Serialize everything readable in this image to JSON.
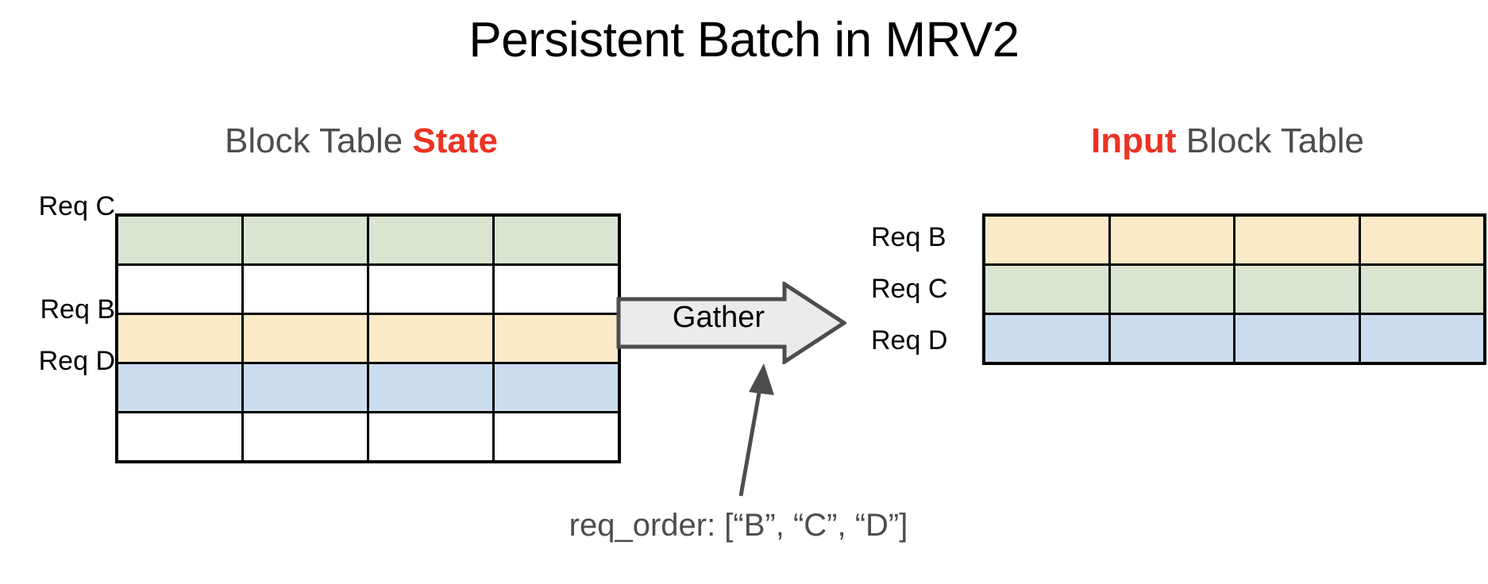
{
  "slide": {
    "title": "Persistent Batch in MRV2",
    "background": "#ffffff",
    "accent_color": "#eb3323",
    "heading_color": "#4d4d4d"
  },
  "left_panel": {
    "heading_prefix": "Block Table ",
    "heading_accent": "State",
    "row_labels": [
      "Req C",
      "",
      "Req B",
      "Req D",
      ""
    ],
    "columns": 4,
    "rows": 5,
    "row_fills": [
      "green",
      "white",
      "yellow",
      "blue",
      "white"
    ]
  },
  "right_panel": {
    "heading_accent": "Input",
    "heading_suffix": " Block Table",
    "row_labels": [
      "Req B",
      "Req C",
      "Req D"
    ],
    "columns": 4,
    "rows": 3,
    "row_fills": [
      "yellow",
      "green",
      "blue"
    ]
  },
  "gather": {
    "label": "Gather",
    "fill": "#ebebeb",
    "stroke": "#4d4d4d"
  },
  "callout": {
    "text": "req_order: [“B”, “C”, “D”]",
    "color": "#4d4d4d"
  },
  "palette": {
    "green": "#d9e5d0",
    "yellow": "#fbeac8",
    "blue": "#cbdcee",
    "white": "#ffffff",
    "border": "#000000"
  }
}
